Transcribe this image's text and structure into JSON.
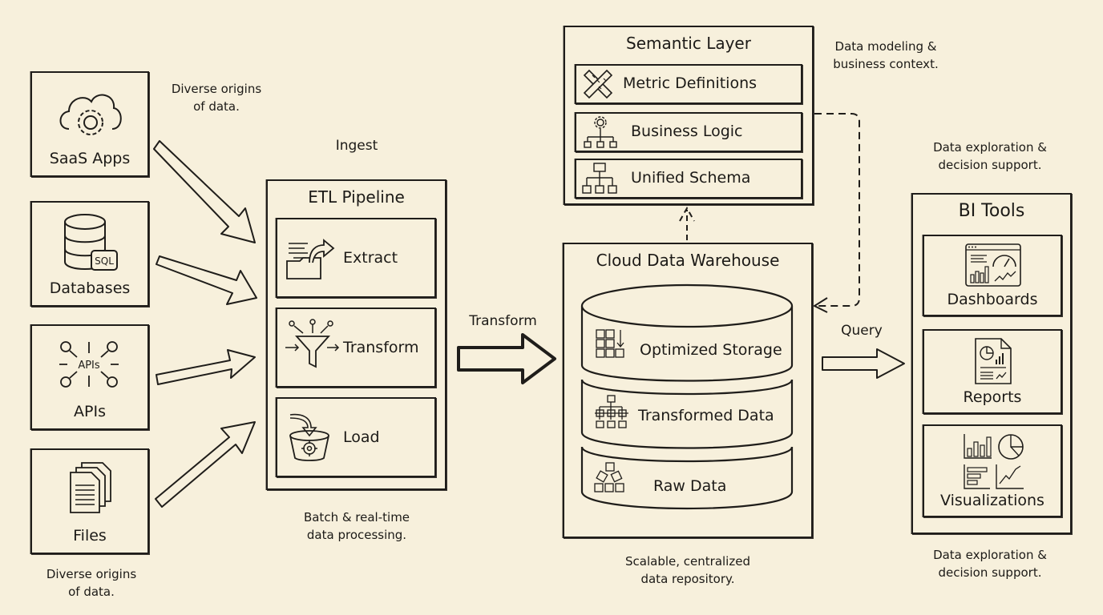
{
  "sources": {
    "note_top": [
      "Diverse origins",
      "of data."
    ],
    "note_bottom": [
      "Diverse origins",
      "of data."
    ],
    "items": [
      {
        "label": "SaaS Apps",
        "icon": "cloud-gear-icon"
      },
      {
        "label": "Databases",
        "icon": "database-sql-icon",
        "icon_text": "SQL"
      },
      {
        "label": "APIs",
        "icon": "api-network-icon",
        "icon_text": "APIs"
      },
      {
        "label": "Files",
        "icon": "documents-icon"
      }
    ]
  },
  "etl": {
    "ingest_label": "Ingest",
    "title": "ETL Pipeline",
    "steps": [
      {
        "label": "Extract",
        "icon": "folder-extract-icon"
      },
      {
        "label": "Transform",
        "icon": "funnel-icon"
      },
      {
        "label": "Load",
        "icon": "bucket-load-icon"
      }
    ],
    "note": [
      "Batch & real-time",
      "data processing."
    ]
  },
  "transform_arrow_label": "Transform",
  "semantic": {
    "title": "Semantic Layer",
    "items": [
      {
        "label": "Metric Definitions",
        "icon": "ruler-pencil-icon"
      },
      {
        "label": "Business Logic",
        "icon": "gear-hierarchy-icon"
      },
      {
        "label": "Unified Schema",
        "icon": "schema-hierarchy-icon"
      }
    ],
    "note": [
      "Data modeling &",
      "business context."
    ]
  },
  "warehouse": {
    "title": "Cloud Data Warehouse",
    "layers": [
      {
        "label": "Optimized Storage",
        "icon": "grid-storage-icon"
      },
      {
        "label": "Transformed Data",
        "icon": "hierarchy-icon"
      },
      {
        "label": "Raw Data",
        "icon": "scattered-blocks-icon"
      }
    ],
    "note": [
      "Scalable, centralized",
      "data repository."
    ]
  },
  "query_arrow_label": "Query",
  "bi": {
    "title": "BI Tools",
    "items": [
      {
        "label": "Dashboards",
        "icon": "dashboard-icon"
      },
      {
        "label": "Reports",
        "icon": "report-icon"
      },
      {
        "label": "Visualizations",
        "icon": "charts-icon"
      }
    ],
    "note_top": [
      "Data exploration &",
      "decision support."
    ],
    "note_bottom": [
      "Data exploration &",
      "decision support."
    ]
  },
  "colors": {
    "background": "#f7f0dc",
    "ink": "#1f1d1a"
  }
}
